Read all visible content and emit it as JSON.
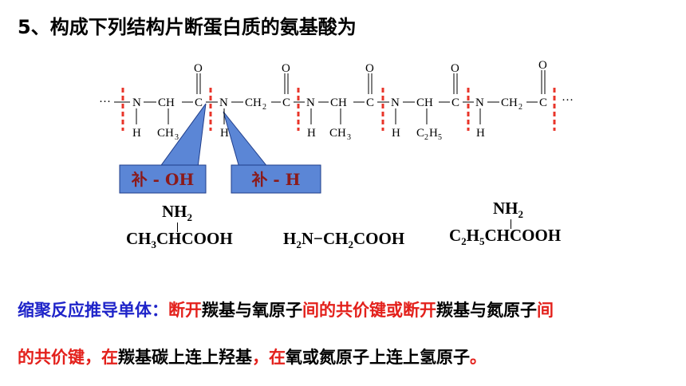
{
  "title": "5、构成下列结构片断蛋白质的氨基酸为",
  "chain": {
    "dots_left": "···",
    "dots_right": "···",
    "N": "N",
    "C": "C",
    "CH": "CH",
    "CH2": "CH",
    "sub2": "2",
    "O": "O",
    "H": "H",
    "CH3": "CH",
    "sub3": "3",
    "C2H5_C": "C",
    "C2H5_H": "H",
    "sub5": "5"
  },
  "callouts": {
    "left": "补 - OH",
    "right": "补 - H"
  },
  "monomers": {
    "m1_top": "NH",
    "m1_top_sub": "2",
    "m1_a": "CH",
    "m1_a_sub": "3",
    "m1_b": "CHCOOH",
    "m2_a": "H",
    "m2_a_sub": "2",
    "m2_b": "N",
    "m2_dash": "−",
    "m2_c": "CH",
    "m2_c_sub": "2",
    "m2_d": "COOH",
    "m3_top": "NH",
    "m3_top_sub": "2",
    "m3_a": "C",
    "m3_a_sub": "2",
    "m3_b": "H",
    "m3_b_sub": "5",
    "m3_c": "CHCOOH"
  },
  "description": {
    "line1": [
      {
        "text": "缩聚反应推导单体：",
        "color": "blue"
      },
      {
        "text": "断开",
        "color": "red"
      },
      {
        "text": "羰基与氧原子",
        "color": "black"
      },
      {
        "text": "间的共价键或",
        "color": "red"
      },
      {
        "text": "断开",
        "color": "red"
      },
      {
        "text": "羰基与氮原子",
        "color": "black"
      },
      {
        "text": "间",
        "color": "red"
      }
    ],
    "line2": [
      {
        "text": "的共价键，",
        "color": "red"
      },
      {
        "text": "在",
        "color": "red"
      },
      {
        "text": "羰基碳上连上羟基",
        "color": "black"
      },
      {
        "text": "，",
        "color": "red"
      },
      {
        "text": "在",
        "color": "red"
      },
      {
        "text": "氧或氮原子上连上氢原子",
        "color": "black"
      },
      {
        "text": "。",
        "color": "red"
      }
    ]
  },
  "colors": {
    "blue": "#1f24c9",
    "red": "#e3201b",
    "callout_fill": "#5b86d6",
    "callout_text": "#8b1a1a",
    "cut_line": "#e8352a"
  }
}
